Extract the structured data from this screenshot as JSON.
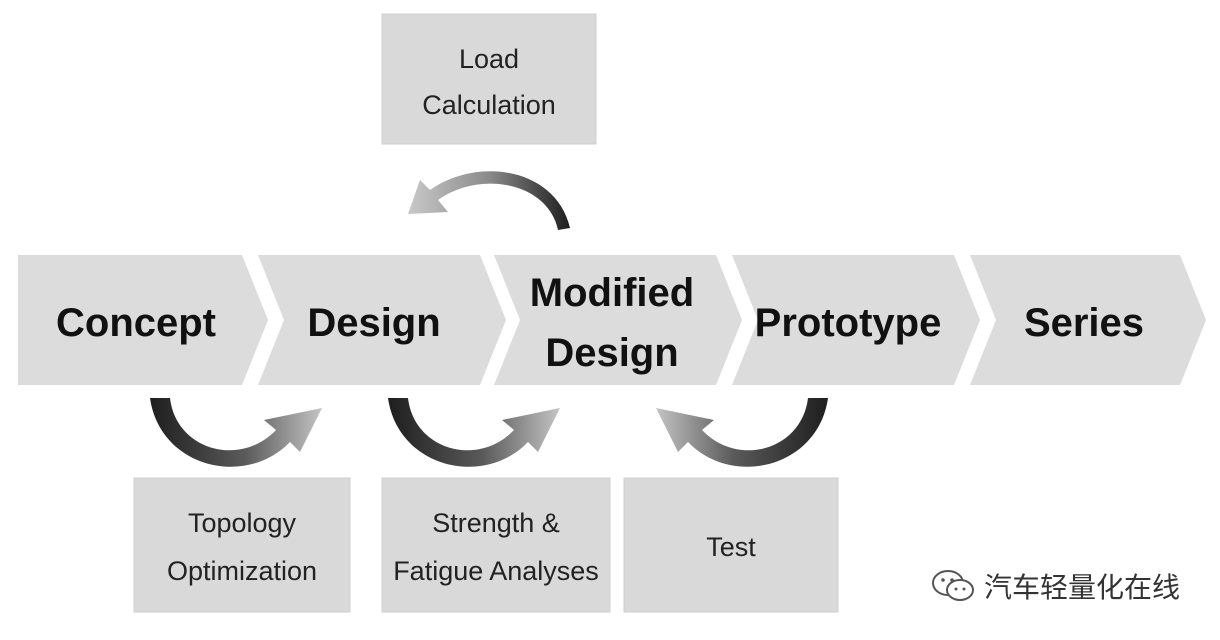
{
  "stages": [
    {
      "lines": [
        "Concept"
      ]
    },
    {
      "lines": [
        "Design"
      ]
    },
    {
      "lines": [
        "Modified",
        "Design"
      ]
    },
    {
      "lines": [
        "Prototype"
      ]
    },
    {
      "lines": [
        "Series"
      ]
    }
  ],
  "top_box": {
    "lines": [
      "Load",
      "Calculation"
    ]
  },
  "bottom_boxes": [
    {
      "lines": [
        "Topology",
        "Optimization"
      ]
    },
    {
      "lines": [
        "Strength &",
        "Fatigue Analyses"
      ]
    },
    {
      "lines": [
        "Test"
      ]
    }
  ],
  "watermark": {
    "text": "汽车轻量化在线",
    "icon": "wechat-icon"
  },
  "colors": {
    "box_fill": "#d9d9d9",
    "chevron_fill": "#dcdcdc",
    "arrow_dark": "#222222",
    "arrow_light": "#b5b5b5"
  }
}
